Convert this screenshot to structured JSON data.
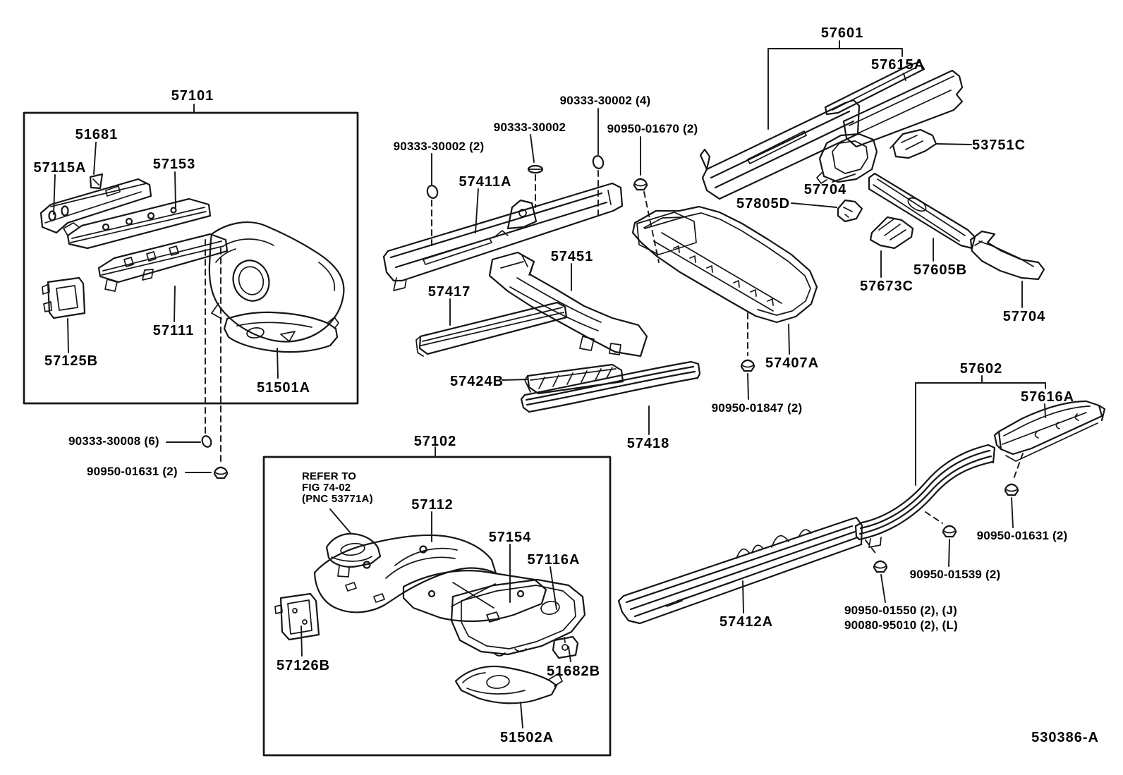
{
  "diagram_code": "530386-A",
  "note": {
    "line1": "REFER TO",
    "line2": "FIG 74-02",
    "line3": "(PNC 53771A)"
  },
  "labels": {
    "b57101": "57101",
    "p51681": "51681",
    "p57115a": "57115A",
    "p57153": "57153",
    "p57111": "57111",
    "p57125b": "57125B",
    "p51501a": "51501A",
    "f90333_30008": "90333-30008 (6)",
    "f90950_01631_l": "90950-01631 (2)",
    "b57102": "57102",
    "p57112": "57112",
    "p57154": "57154",
    "p57116a": "57116A",
    "p57126b": "57126B",
    "p51682b": "51682B",
    "p51502a": "51502A",
    "f90333_30002_2": "90333-30002 (2)",
    "f90333_30002": "90333-30002",
    "f90333_30002_4": "90333-30002 (4)",
    "f90950_01670": "90950-01670 (2)",
    "p57411a": "57411A",
    "p57451": "57451",
    "p57417": "57417",
    "p57424b": "57424B",
    "p57418": "57418",
    "b57601": "57601",
    "p57615a": "57615A",
    "p53751c": "53751C",
    "p57704_u": "57704",
    "p57805d": "57805D",
    "p57673c": "57673C",
    "p57605b": "57605B",
    "p57704_r": "57704",
    "p57407a": "57407A",
    "f90950_01847": "90950-01847 (2)",
    "b57602": "57602",
    "p57616a": "57616A",
    "f90950_01631_r": "90950-01631 (2)",
    "f90950_01539": "90950-01539 (2)",
    "f90950_01550": "90950-01550 (2), (J)",
    "f90080_95010": "90080-95010 (2), (L)",
    "p57412a": "57412A"
  }
}
